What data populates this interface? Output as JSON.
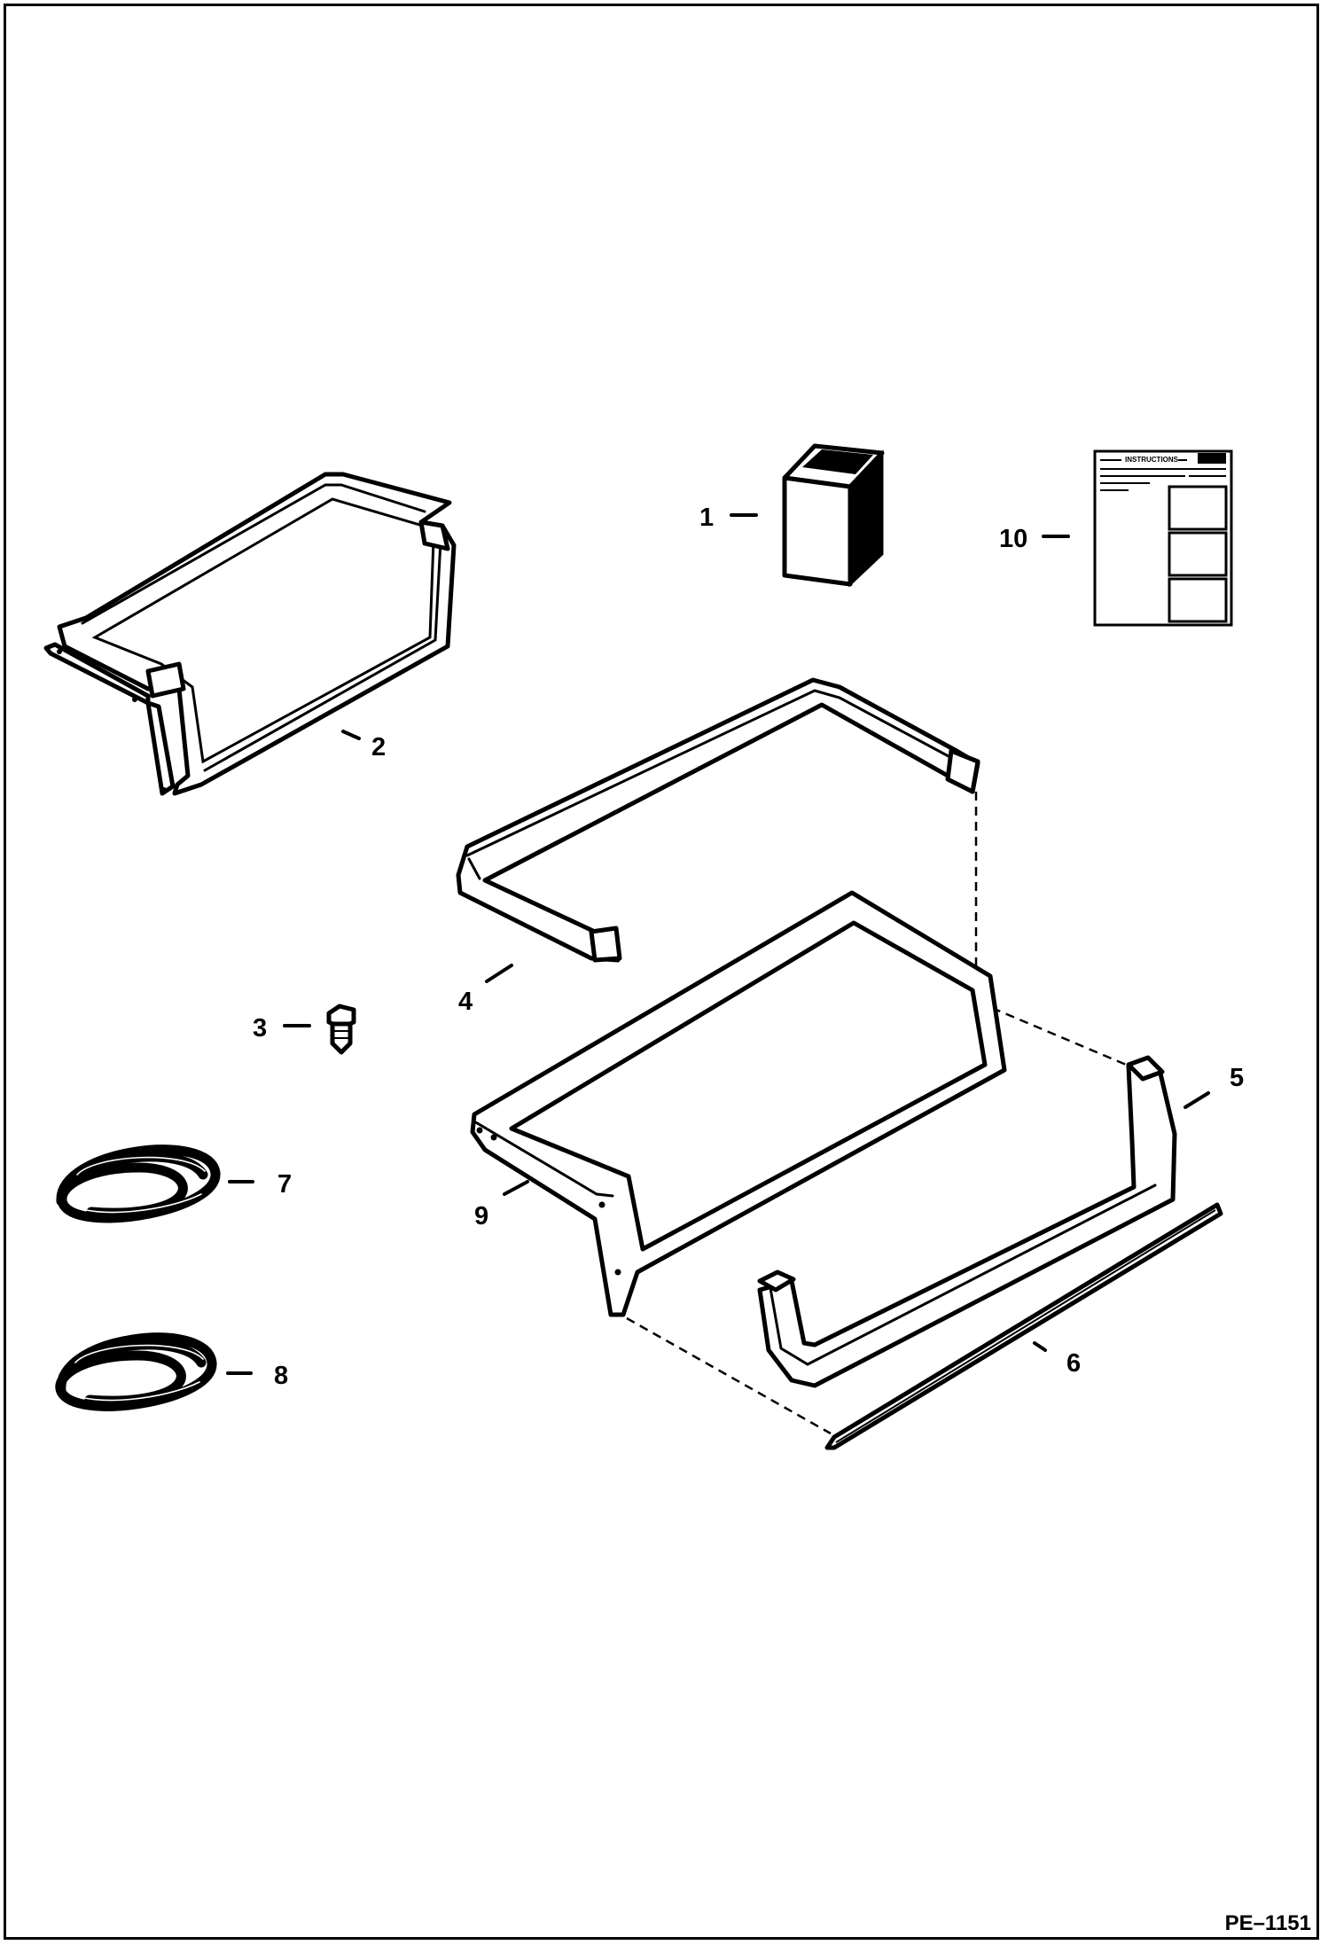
{
  "callouts": {
    "c1": "1",
    "c2": "2",
    "c3": "3",
    "c4": "4",
    "c5": "5",
    "c6": "6",
    "c7": "7",
    "c8": "8",
    "c9": "9",
    "c10": "10"
  },
  "drawing_id": "PE–1151",
  "parts": {
    "p1": "decal-pack",
    "p2": "frame-assembly",
    "p3": "bolt",
    "p4": "upper-rail",
    "p5": "lower-rail",
    "p6": "strip",
    "p7": "seal-coil",
    "p8": "seal-coil",
    "p9": "frame",
    "p10": "instructions-sheet"
  },
  "instructions_title": "INSTRUCTIONS"
}
